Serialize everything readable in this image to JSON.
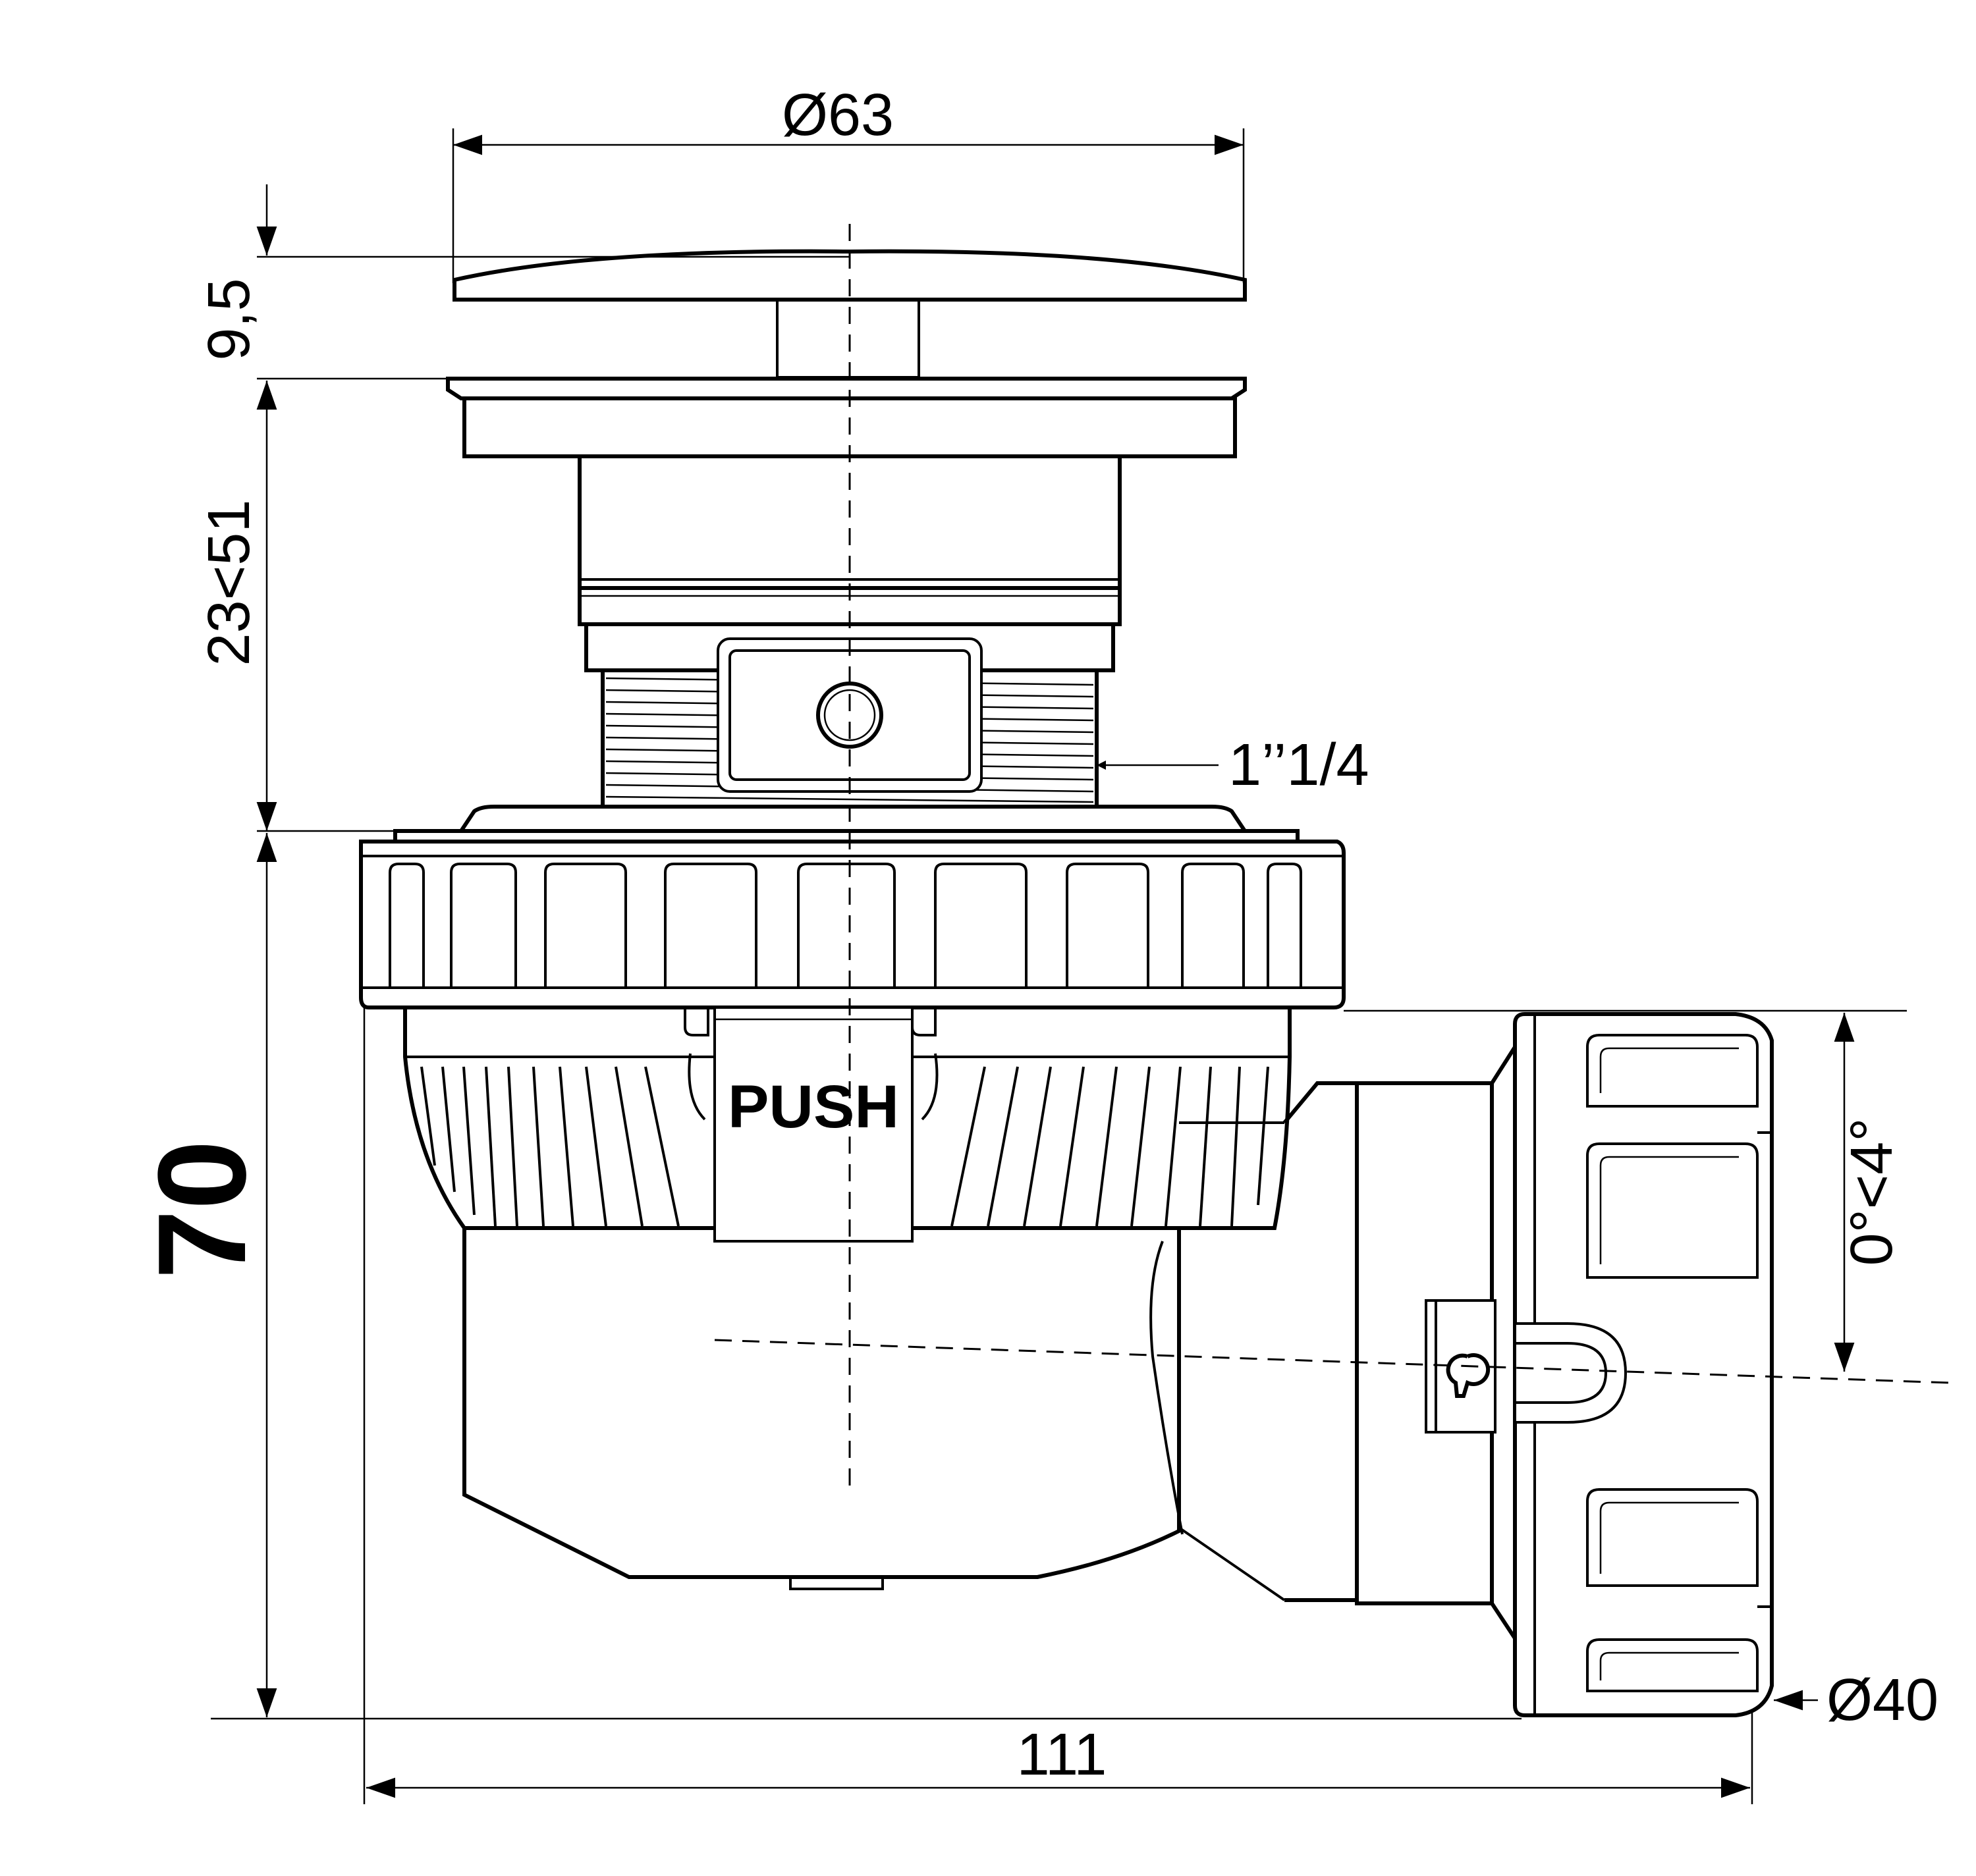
{
  "dimensions": {
    "cap_diameter": "Ø63",
    "cap_height": "9,5",
    "adjust_range": "23<51",
    "thread": "1’’1/4",
    "total_height": "70",
    "angle": "0°<4°",
    "outlet_diameter": "Ø40",
    "total_length": "111"
  },
  "labels": {
    "push": "PUSH"
  }
}
